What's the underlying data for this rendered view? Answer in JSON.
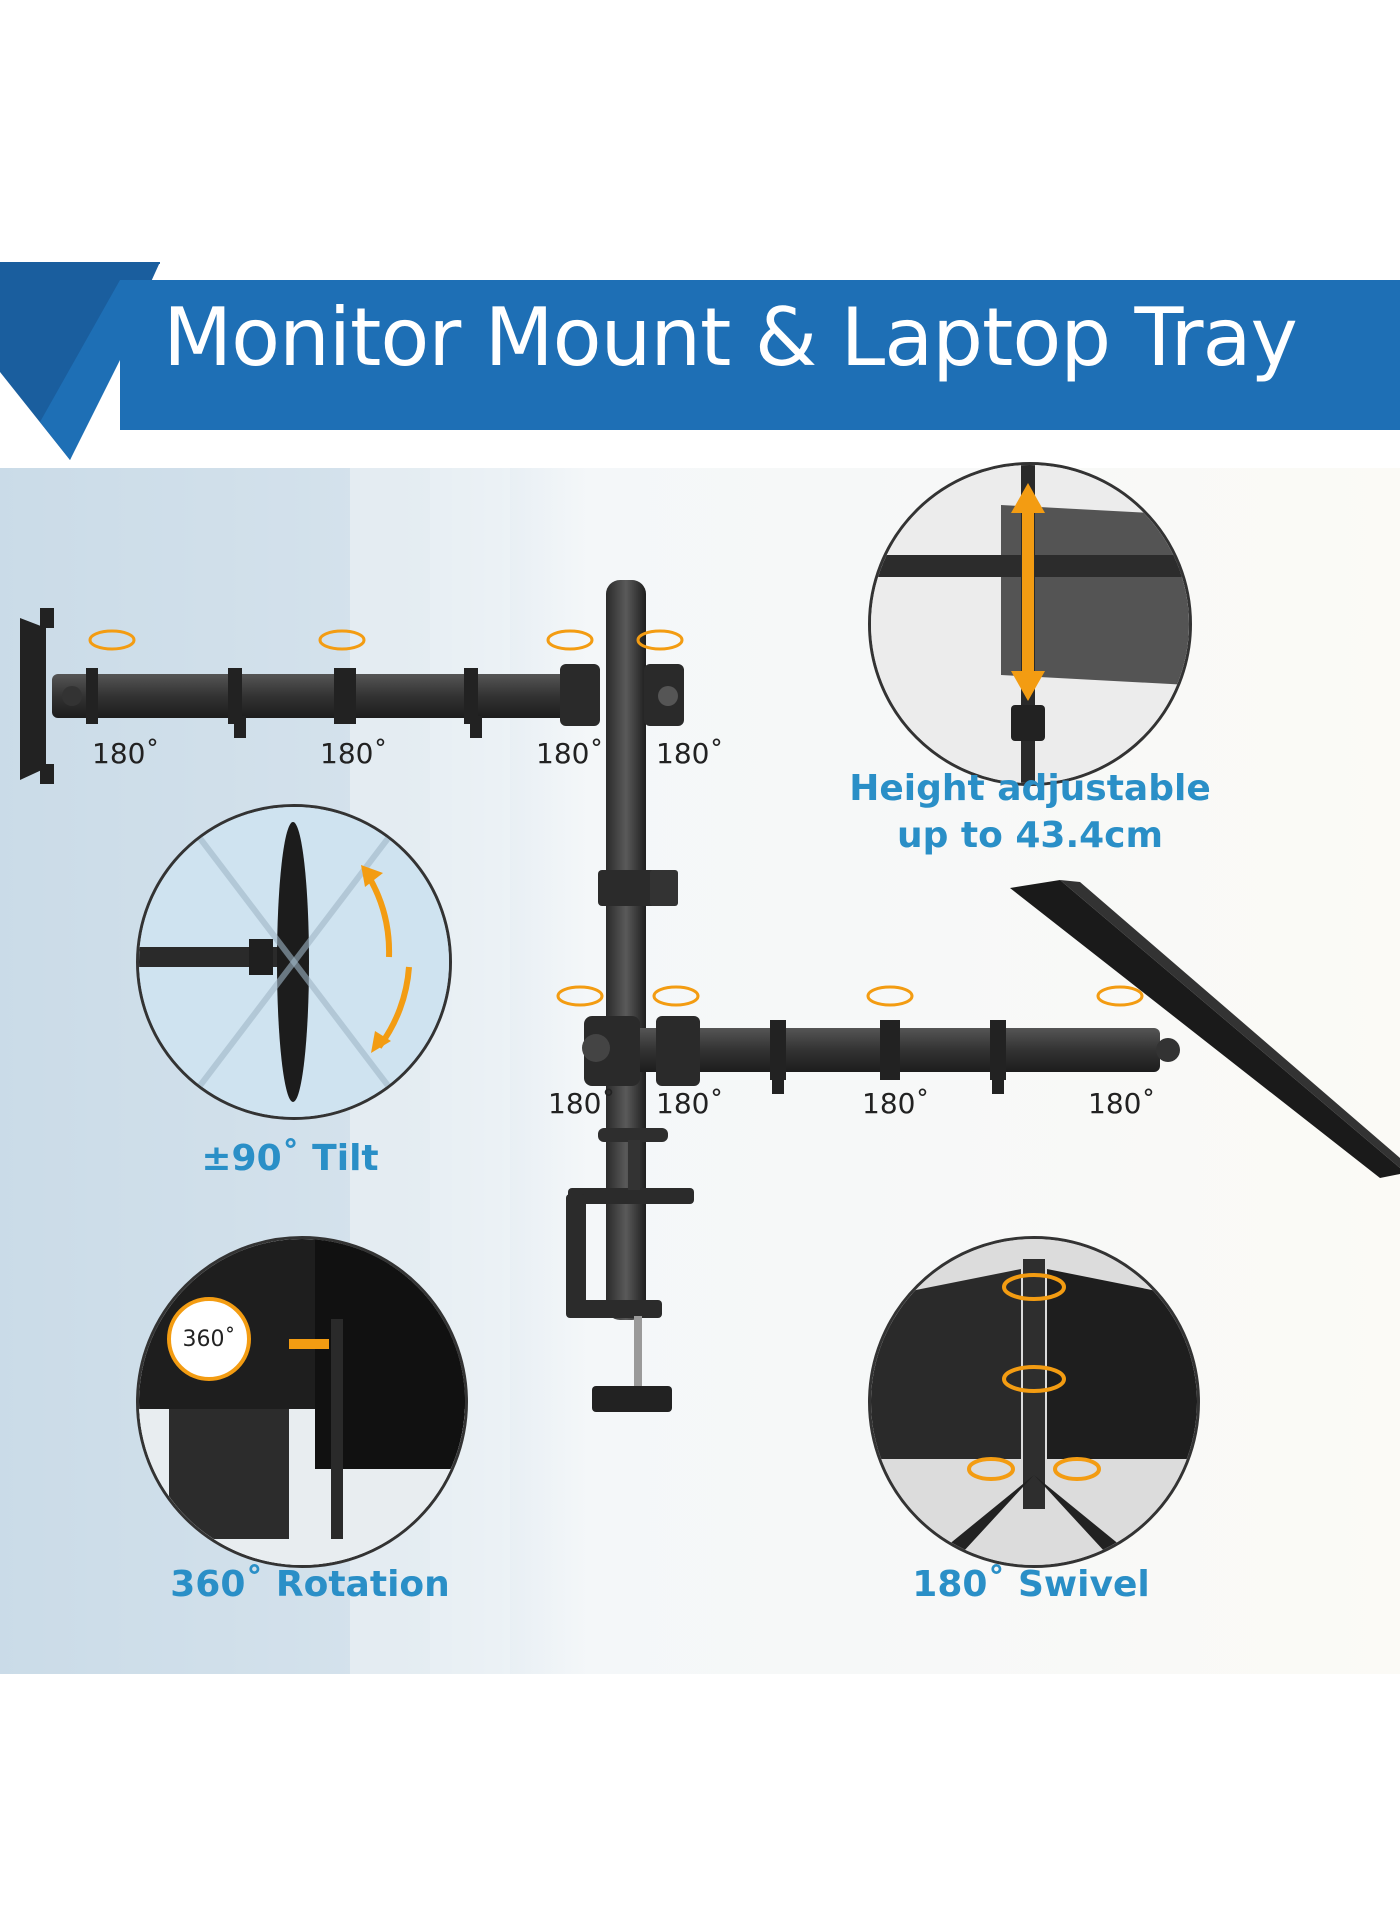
{
  "banner": {
    "title": "Monitor Mount & Laptop Tray",
    "color": "#1e6fb5"
  },
  "features": {
    "height": "Height adjustable\nup to 43.4cm",
    "tilt": "±90˚ Tilt",
    "rotation": "360˚ Rotation",
    "rotation_badge": "360˚",
    "swivel": "180˚ Swivel"
  },
  "swivel_labels": {
    "upper_arm": [
      "180˚",
      "180˚",
      "180˚",
      "180˚"
    ],
    "lower_arm": [
      "180˚",
      "180˚",
      "180˚",
      "180˚"
    ]
  },
  "accent_color": "#f39c12",
  "label_color": "#2a8fc7"
}
